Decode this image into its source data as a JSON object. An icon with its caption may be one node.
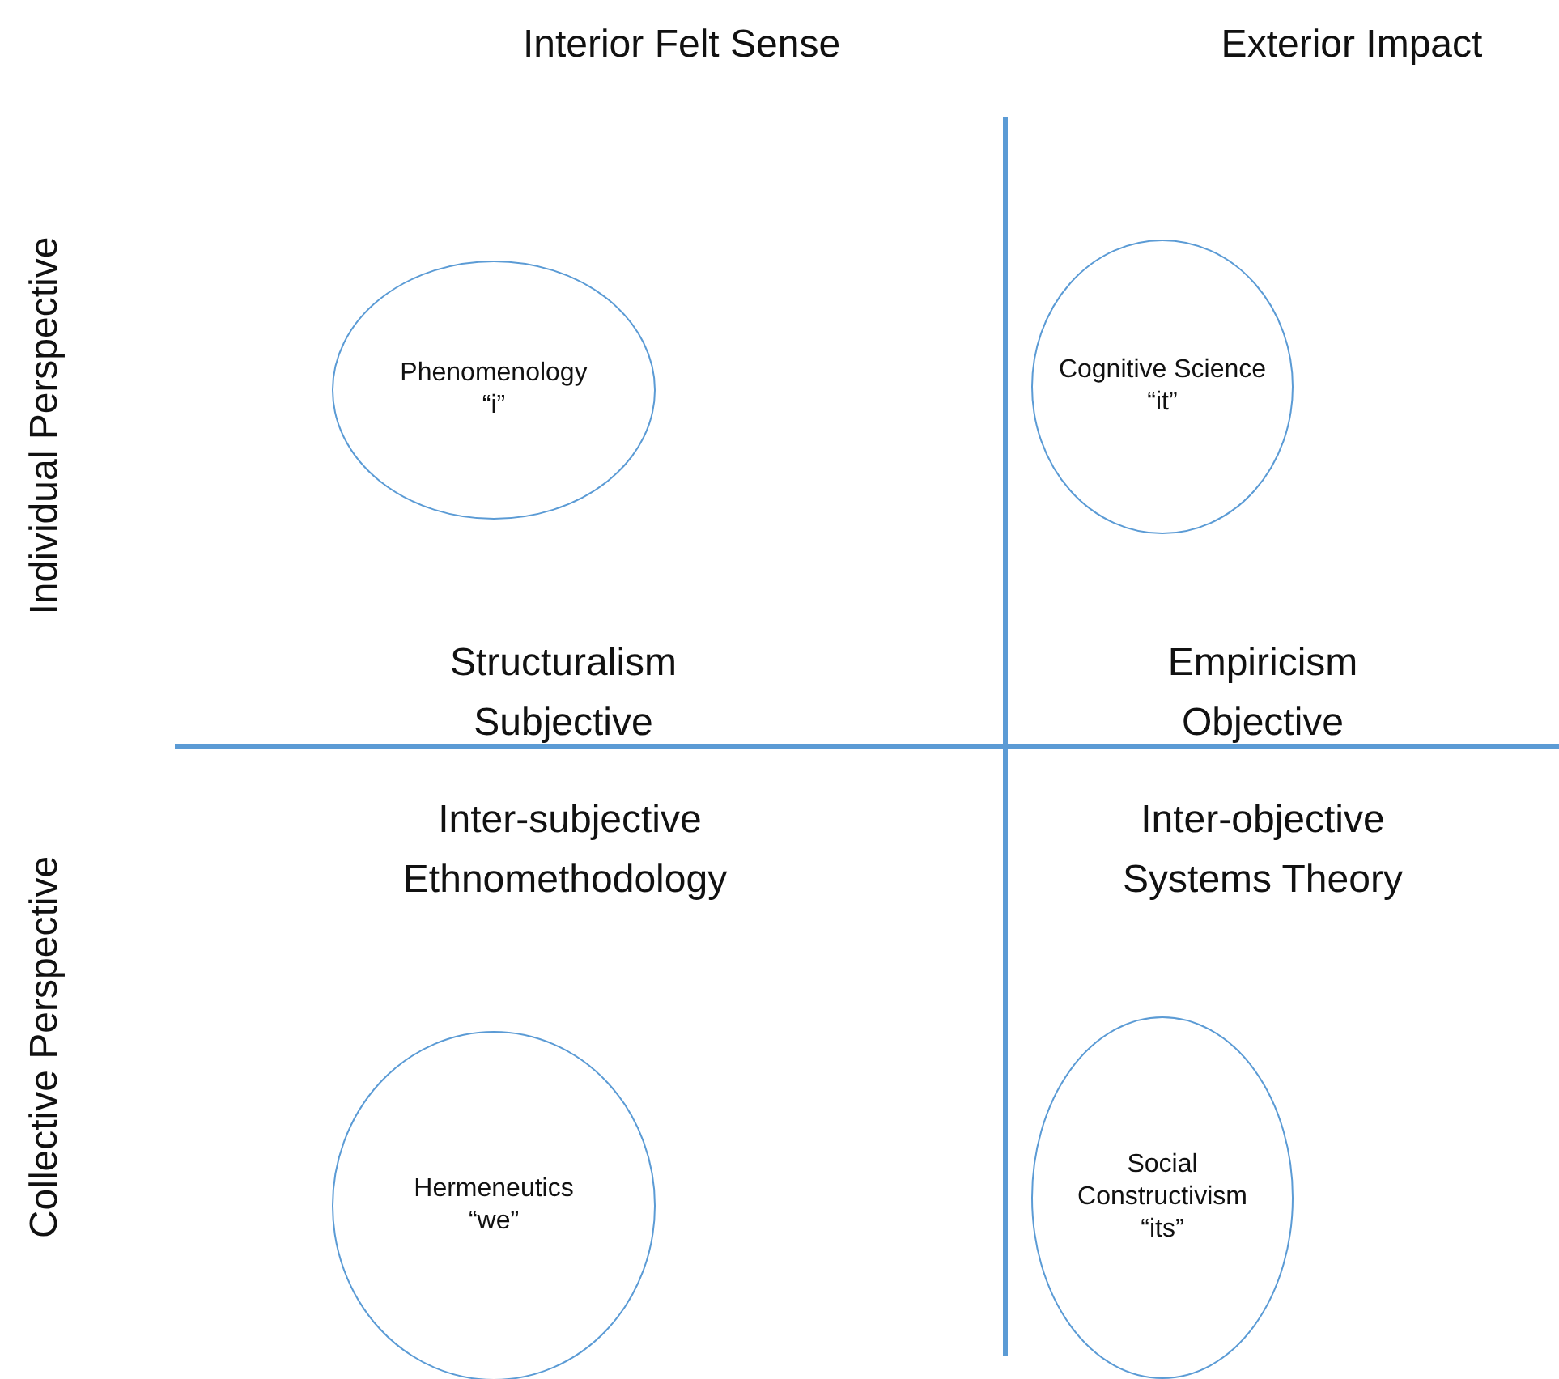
{
  "diagram": {
    "nodes": [
      {
        "text": [
          "Phenomenology",
          "“i”"
        ]
      },
      {
        "text": [
          "Cognitive Science",
          "“it”"
        ]
      },
      {
        "text": [
          "Hermeneutics",
          "“we”"
        ]
      },
      {
        "text": [
          "Social Constructivism",
          "“its”"
        ]
      }
    ],
    "labels": [
      "Interior Felt Sense",
      "Exterior Impact",
      "Individual Perspective",
      "Structuralism",
      "Subjective",
      "Empiricism",
      "Objective",
      "Collective Perspective",
      "Inter-subjective",
      "Ethnomethodology",
      "Inter-objective",
      "Systems Theory"
    ]
  }
}
